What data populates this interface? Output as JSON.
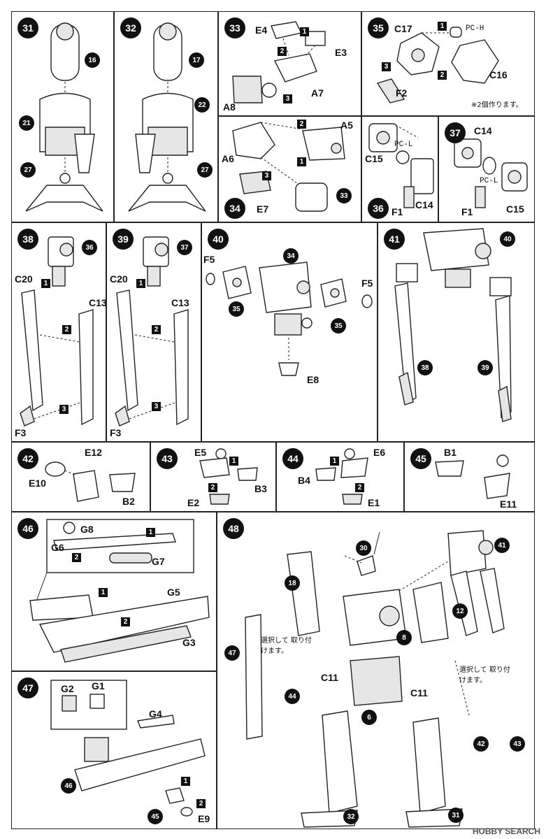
{
  "steps": {
    "s31": {
      "num": "31",
      "parts": [
        "16",
        "21",
        "27"
      ]
    },
    "s32": {
      "num": "32",
      "parts": [
        "17",
        "22",
        "27"
      ]
    },
    "s33": {
      "num": "33",
      "labels": [
        "E4",
        "E3",
        "A7",
        "A8"
      ]
    },
    "s34": {
      "num": "34",
      "labels": [
        "A5",
        "A6",
        "E7"
      ],
      "parts": [
        "33"
      ]
    },
    "s35": {
      "num": "35",
      "labels": [
        "C17",
        "PC-H",
        "C16",
        "F2"
      ],
      "note": "※2個作ります。"
    },
    "s36": {
      "num": "36",
      "labels": [
        "PC-L",
        "C15",
        "C14",
        "F1"
      ]
    },
    "s37": {
      "num": "37",
      "labels": [
        "C14",
        "PC-L",
        "C15",
        "F1"
      ]
    },
    "s38": {
      "num": "38",
      "labels": [
        "C20",
        "C13",
        "F3"
      ],
      "parts": [
        "36"
      ]
    },
    "s39": {
      "num": "39",
      "labels": [
        "C20",
        "C13",
        "F3"
      ],
      "parts": [
        "37"
      ]
    },
    "s40": {
      "num": "40",
      "labels": [
        "F5",
        "F5",
        "E8"
      ],
      "parts": [
        "34",
        "35",
        "35"
      ]
    },
    "s41": {
      "num": "41",
      "parts": [
        "40",
        "38",
        "39"
      ]
    },
    "s42": {
      "num": "42",
      "labels": [
        "E12",
        "E10",
        "B2"
      ]
    },
    "s43": {
      "num": "43",
      "labels": [
        "E5",
        "B3",
        "E2"
      ]
    },
    "s44": {
      "num": "44",
      "labels": [
        "E6",
        "B4",
        "E1"
      ]
    },
    "s45": {
      "num": "45",
      "labels": [
        "B1",
        "E11"
      ]
    },
    "s46": {
      "num": "46",
      "labels": [
        "G8",
        "G6",
        "G7",
        "G5",
        "G3"
      ]
    },
    "s47": {
      "num": "47",
      "labels": [
        "G2",
        "G1",
        "G4",
        "E9"
      ],
      "parts": [
        "46",
        "45"
      ]
    },
    "s48": {
      "num": "48",
      "labels": [
        "C11",
        "C11"
      ],
      "parts": [
        "30",
        "41",
        "18",
        "12",
        "8",
        "47",
        "6",
        "44",
        "42",
        "43",
        "32",
        "31"
      ],
      "note1": "選択して 取り付けます。",
      "note2": "選択して 取り付けます。"
    }
  },
  "order_marks": [
    "1",
    "2",
    "3"
  ],
  "watermark": "HOBBY SEARCH"
}
